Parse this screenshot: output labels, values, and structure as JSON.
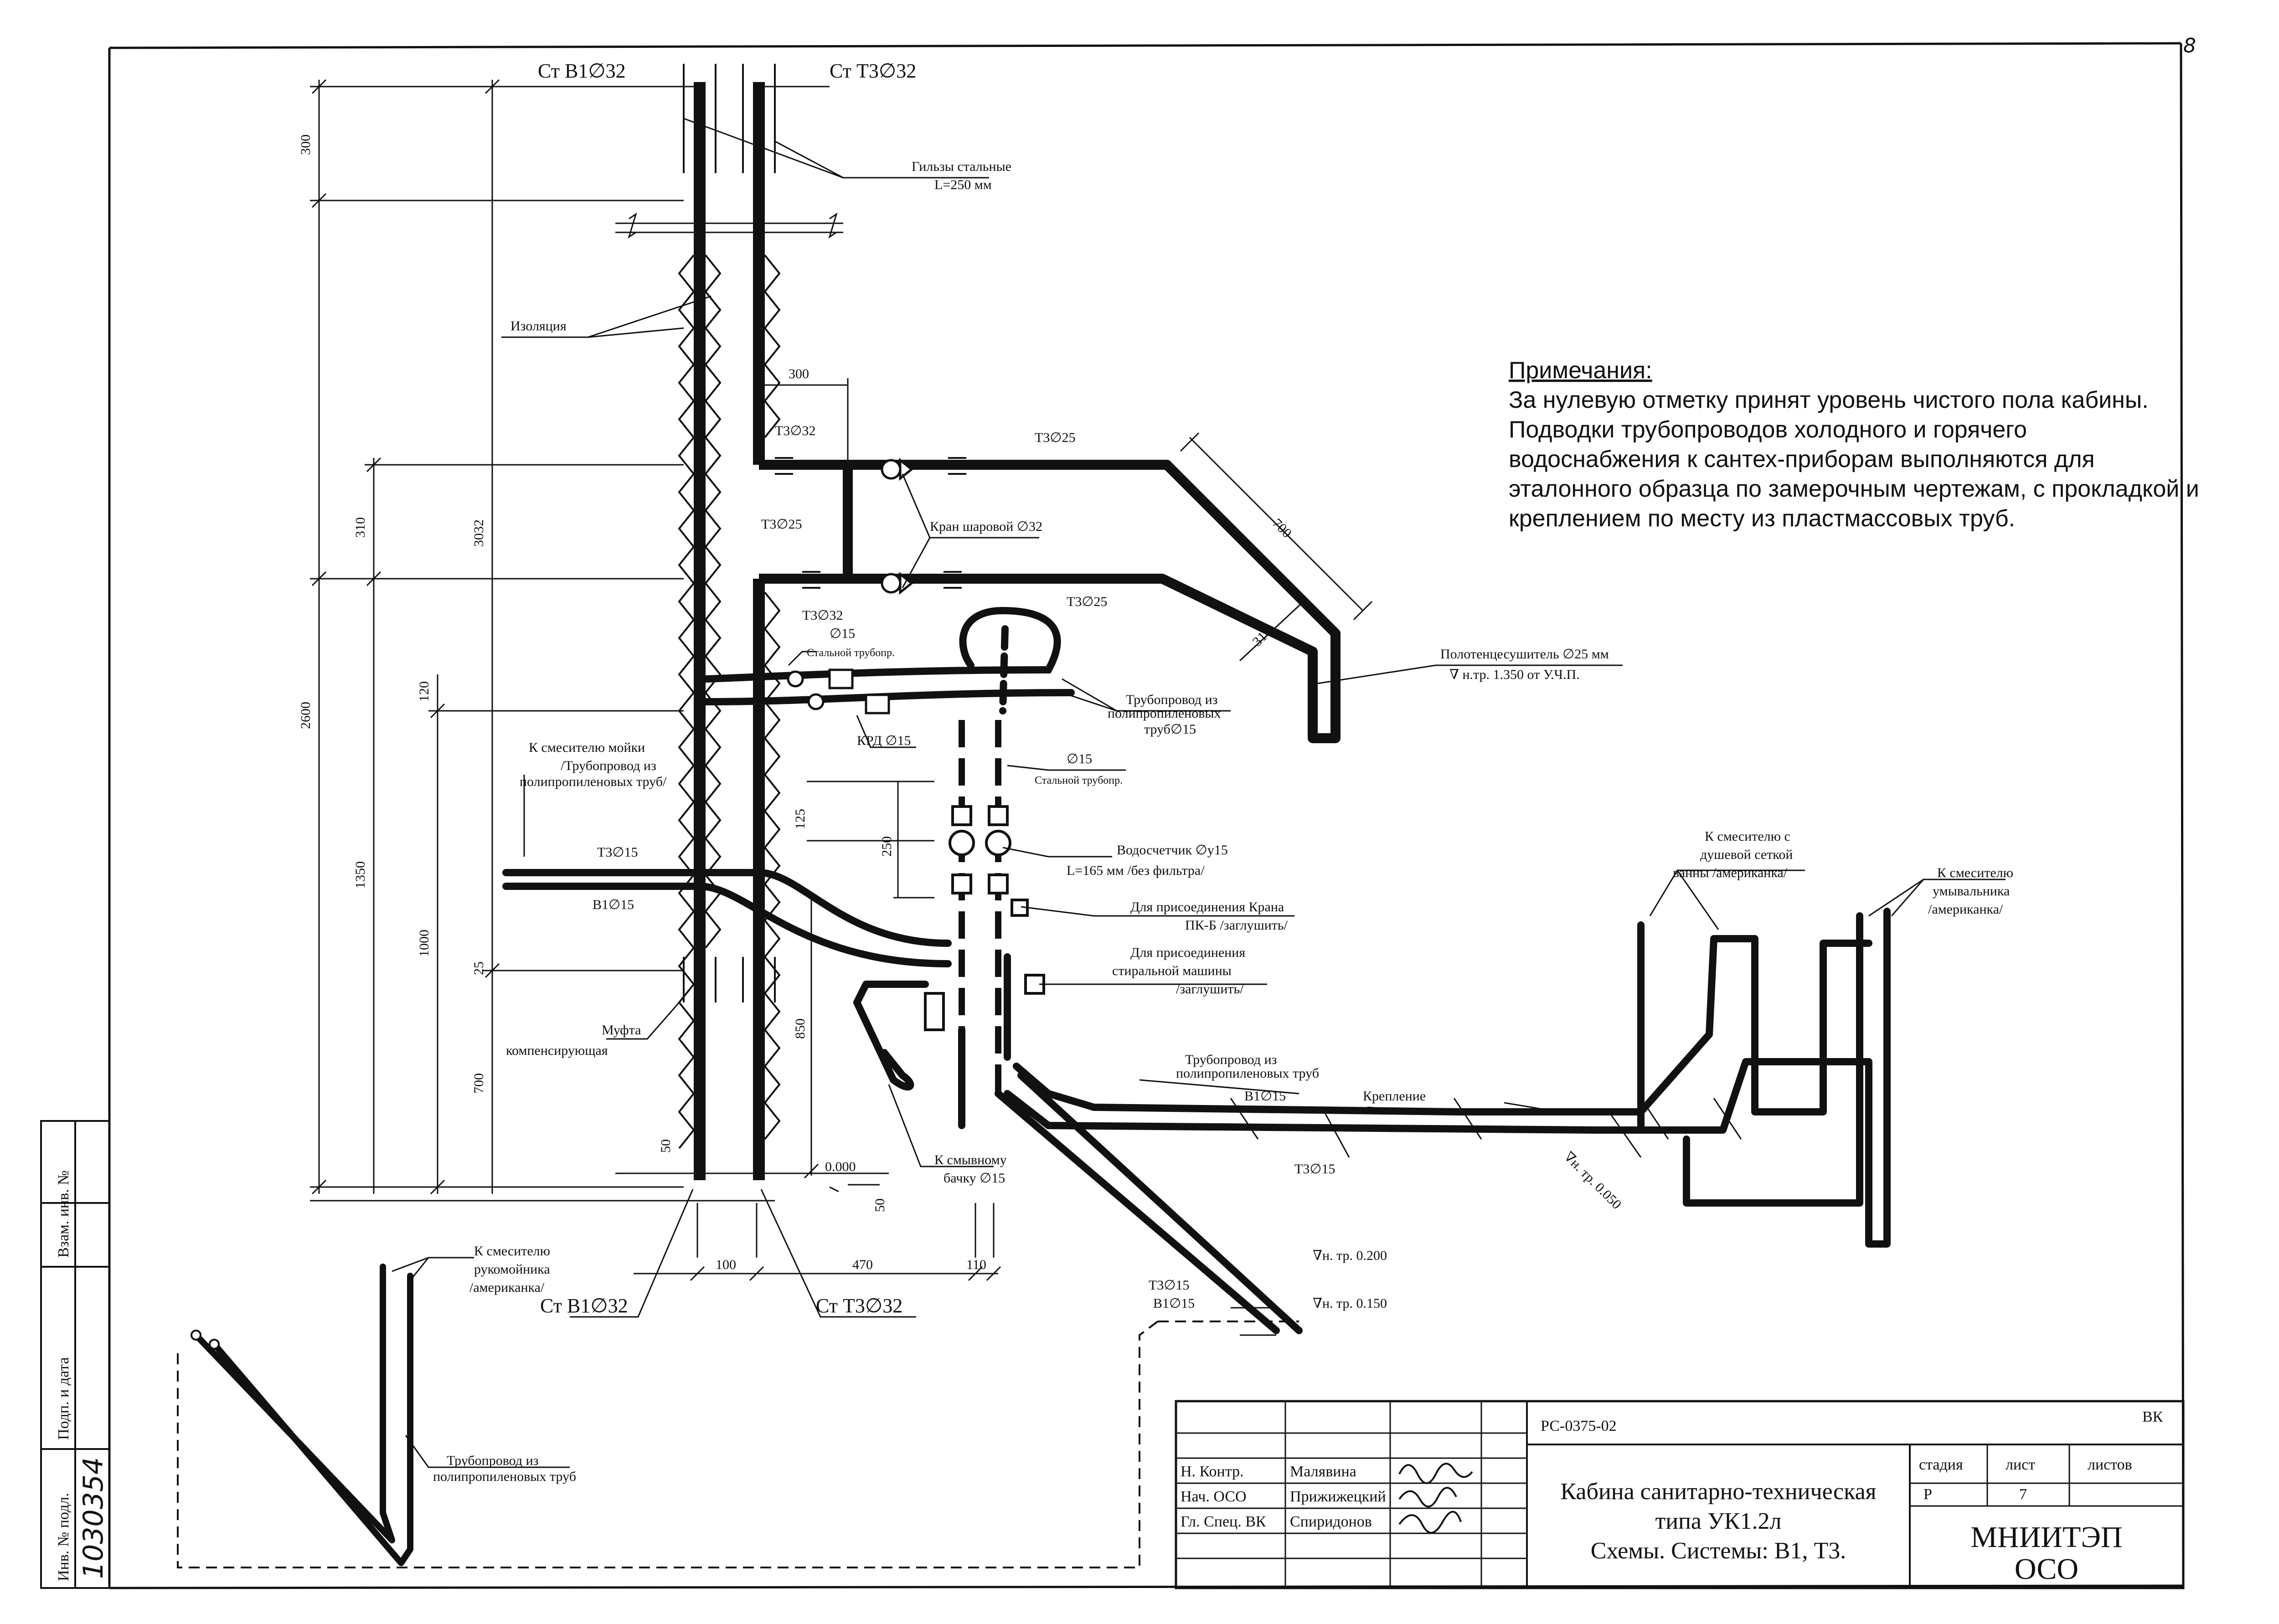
{
  "page_number": "8",
  "pipe_labels": {
    "top_left": "Ст В1∅32",
    "top_right": "Ст Т3∅32",
    "bottom_left": "Ст В1∅32",
    "bottom_right": "Ст Т3∅32",
    "t3_32_upper": "Т3∅32",
    "t3_25_riser": "Т3∅25",
    "t3_32_lower": "Т3∅32",
    "t3_25_upper": "Т3∅25",
    "t3_25_lower": "Т3∅25",
    "d15_top": "∅15",
    "t3_15_left": "Т3∅15",
    "b1_15_left": "В1∅15",
    "b1_15_floor": "В1∅15",
    "t3_15_floor": "Т3∅15",
    "t3_15_bottom": "Т3∅15",
    "b1_15_bottom": "В1∅15"
  },
  "callouts": {
    "sleeves_1": "Гильзы стальные",
    "sleeves_2": "L=250 мм",
    "insulation": "Изоляция",
    "ball_valve": "Кран шаровой ∅32",
    "towel_dryer_1": "Полотенцесушитель ∅25 мм",
    "towel_dryer_2": "∇ н.тр. 1.350 от У.Ч.П.",
    "steel_pipe_small": "Стальной трубопр.",
    "pp_pipe_1": "Трубопровод из",
    "pp_pipe_2": "полипропиленовых",
    "pp_pipe_3": "труб∅15",
    "krd": "КРД ∅15",
    "d15_steel_1": "∅15",
    "d15_steel_2": "Стальной трубопр.",
    "sink_1": "К смесителю мойки",
    "sink_2": "/Трубопровод из",
    "sink_3": "полипропиленовых труб/",
    "meter_1": "Водосчетчик ∅у15",
    "meter_2": "L=165 мм /без фильтра/",
    "crane_1": "Для присоединения Крана",
    "crane_2": "ПК-Б /заглушить/",
    "washer_1": "Для присоединения",
    "washer_2": "стиральной машины",
    "washer_3": "/заглушить/",
    "coupling_1": "Муфта",
    "coupling_2": "компенсирующая",
    "tank_1": "К смывному",
    "tank_2": "бачку ∅15",
    "pp_floor_1": "Трубопровод из",
    "pp_floor_2": "полипропиленовых труб",
    "fastening": "Крепление",
    "bath_1": "К смесителю с",
    "bath_2": "душевой сеткой",
    "bath_3": "ванны /американка/",
    "wash_1": "К смесителю",
    "wash_2": "умывальника",
    "wash_3": "/американка/",
    "hand_1": "К смесителю",
    "hand_2": "рукомойника",
    "hand_3": "/американка/",
    "pp_hand_1": "Трубопровод из",
    "pp_hand_2": "полипропиленовых труб"
  },
  "levels": {
    "zero": "0.000",
    "l200": "∇н. тр. 0.200",
    "l150": "∇н. тр. 0.150",
    "l050": "∇н. тр. 0.050"
  },
  "dimensions": {
    "d300_top": "300",
    "d3032": "3032",
    "d310_left": "310",
    "d2600": "2600",
    "d120": "120",
    "d1350": "1350",
    "d1000": "1000",
    "d25": "25",
    "d700_left": "700",
    "d50_a": "50",
    "d50_b": "50",
    "d300_mid": "300",
    "d125": "125",
    "d250": "250",
    "d850": "850",
    "d100": "100",
    "d470": "470",
    "d110": "110",
    "d700_dryer": "700",
    "d310_dryer": "310"
  },
  "notes": {
    "heading": "Примечания:",
    "line1": "За нулевую отметку принят уровень чистого пола кабины.",
    "line2": "Подводки трубопроводов холодного и горячего",
    "line3": "водоснабжения к сантех-приборам выполняются для",
    "line4": "эталонного образца по замерочным чертежам, с прокладкой и",
    "line5": "креплением по месту из пластмассовых труб."
  },
  "left_strip": {
    "inv_no": "Инв. № подл.",
    "inv_value": "1030354",
    "sign_date": "Подп. и дата",
    "replace": "Взам. инв. №"
  },
  "title_block": {
    "doc_code": "РС-0375-02",
    "section": "ВК",
    "role1": "Н. Контр.",
    "name1": "Малявина",
    "role2": "Нач. ОСО",
    "name2": "Прижижецкий",
    "role3": "Гл. Спец. ВК",
    "name3": "Спиридонов",
    "title1": "Кабина санитарно-техническая",
    "title2": "типа УК1.2л",
    "title3": "Схемы. Системы: В1, Т3.",
    "stage_h": "стадия",
    "sheet_h": "лист",
    "sheets_h": "листов",
    "stage": "Р",
    "sheet": "7",
    "org1": "МНИИТЭП",
    "org2": "ОСО"
  }
}
